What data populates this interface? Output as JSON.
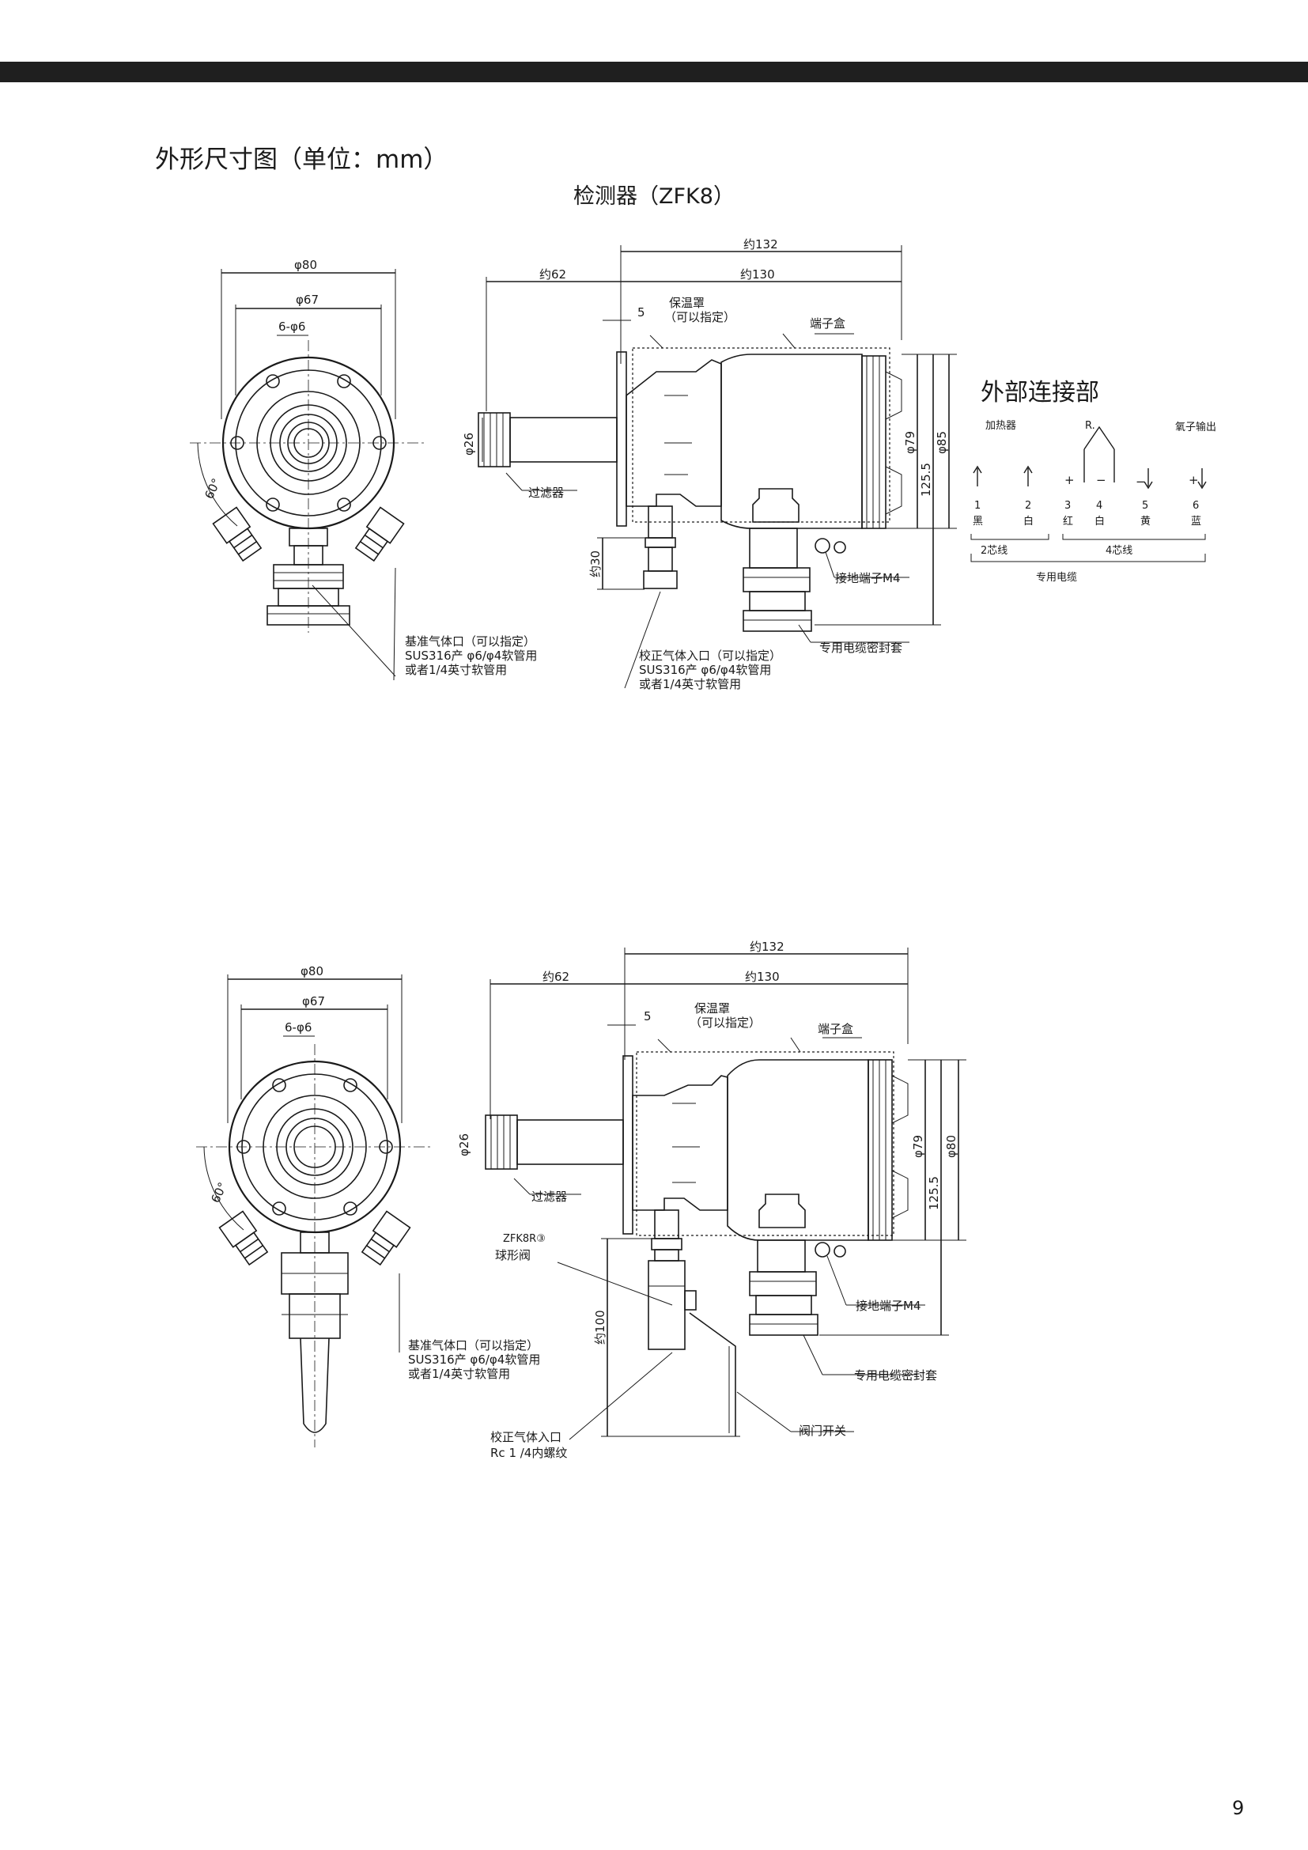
{
  "page": {
    "title": "外形尺寸图（单位：mm）",
    "section_title": "检测器（ZFK8）",
    "page_number": "9"
  },
  "figure1": {
    "front": {
      "d80": "φ80",
      "d67": "φ67",
      "holes": "6-φ6",
      "angle": "60°"
    },
    "side": {
      "len132": "约132",
      "len62": "约62",
      "len130": "约130",
      "gap5": "5",
      "hood": [
        "保温罩",
        "（可以指定）"
      ],
      "terminal_box": "端子盒",
      "d26": "φ26",
      "d79": "φ79",
      "h125": "125.5",
      "d85": "φ85",
      "len30": "约30",
      "filter": "过滤器",
      "ground": "接地端子M4",
      "cable_gland": "专用电缆密封套"
    },
    "ref_gas": [
      "基准气体口（可以指定）",
      "SUS316产 φ6/φ4软管用",
      "或者1/4英寸软管用"
    ],
    "cal_gas": [
      "校正气体入口（可以指定）",
      "SUS316产 φ6/φ4软管用",
      "或者1/4英寸软管用"
    ]
  },
  "connection": {
    "title": "外部连接部",
    "heater": "加热器",
    "thermo": "R.",
    "output": "氧子输出",
    "signs": [
      "+",
      "−",
      "−",
      "+"
    ],
    "terminals": [
      {
        "num": "1",
        "color": "黑"
      },
      {
        "num": "2",
        "color": "白"
      },
      {
        "num": "3",
        "color": "红"
      },
      {
        "num": "4",
        "color": "白"
      },
      {
        "num": "5",
        "color": "黄"
      },
      {
        "num": "6",
        "color": "蓝"
      }
    ],
    "core2": "2芯线",
    "core4": "4芯线",
    "cable": "专用电缆"
  },
  "figure2": {
    "front": {
      "d80": "φ80",
      "d67": "φ67",
      "holes": "6-φ6",
      "angle": "60°"
    },
    "side": {
      "len132": "约132",
      "len62": "约62",
      "len130": "约130",
      "gap5": "5",
      "hood": [
        "保温罩",
        "（可以指定）"
      ],
      "terminal_box": "端子盒",
      "d26": "φ26",
      "d79": "φ79",
      "h125": "125.5",
      "d80": "φ80",
      "len100": "约100",
      "filter": "过滤器",
      "model": "ZFK8R③",
      "ball_valve": "球形阀",
      "ground": "接地端子M4",
      "cable_gland": "专用电缆密封套",
      "valve_switch": "阀门开关"
    },
    "ref_gas": [
      "基准气体口（可以指定）",
      "SUS316产 φ6/φ4软管用",
      "或者1/4英寸软管用"
    ],
    "cal_gas": [
      "校正气体入口",
      "Rc 1 /4内螺纹"
    ]
  }
}
